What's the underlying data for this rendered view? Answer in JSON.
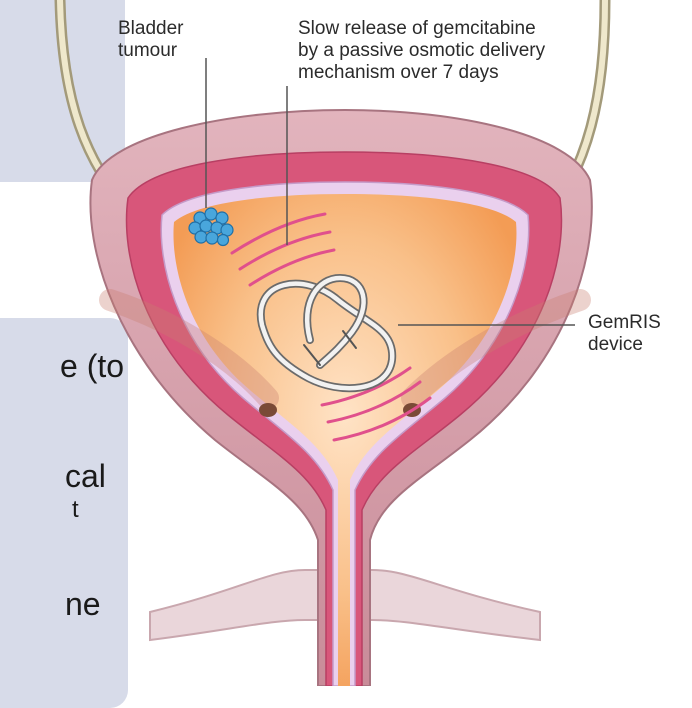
{
  "panel_text": {
    "line1": "e (to",
    "line2": "cal",
    "line3": "t",
    "line4": "ne"
  },
  "labels": {
    "tumour": [
      "Bladder",
      "tumour"
    ],
    "release": [
      "Slow release of gemcitabine",
      "by a passive osmotic delivery",
      "mechanism over 7 days"
    ],
    "device": [
      "GemRIS",
      "device"
    ]
  },
  "colors": {
    "panel_bg": "#d7dbe9",
    "outer_wall": "#d9a4ae",
    "muscle": "#d85377",
    "lining": "#e6c3e6",
    "lumen": "#f5a960",
    "tumour": "#4aa8dc",
    "drug_arcs": "#e0508c"
  }
}
